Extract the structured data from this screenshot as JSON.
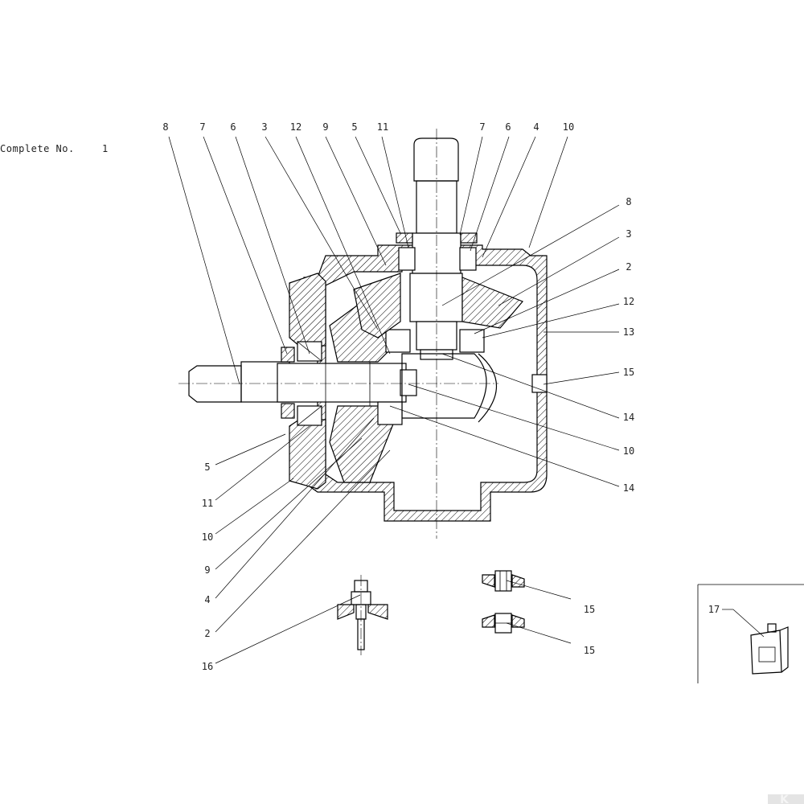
{
  "header": {
    "complete_label": "Complete No.",
    "complete_number": "1"
  },
  "labels_top": [
    "8",
    "7",
    "6",
    "3",
    "12",
    "9",
    "5",
    "11",
    "7",
    "6",
    "4",
    "10"
  ],
  "labels_right": [
    "8",
    "3",
    "2",
    "12",
    "13",
    "15",
    "14",
    "10",
    "14"
  ],
  "labels_bottom_left": [
    "5",
    "11",
    "10",
    "9",
    "4",
    "2",
    "16"
  ],
  "detail_labels": [
    "15",
    "15"
  ],
  "inset": {
    "part_number": "17"
  },
  "brand": {
    "logo_letter": "K"
  },
  "colors": {
    "line": "#000000",
    "background": "#ffffff",
    "logo": "#dddddd"
  }
}
